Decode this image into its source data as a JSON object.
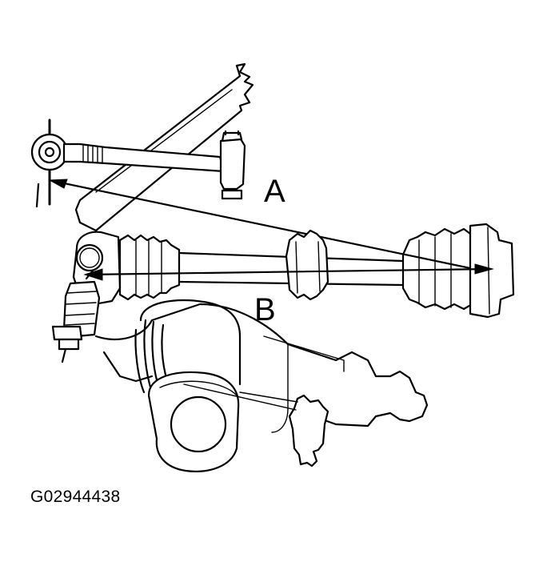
{
  "labels": {
    "a": "A",
    "b": "B"
  },
  "caption": "G02944438",
  "colors": {
    "ink": "#000000",
    "paper": "#ffffff"
  }
}
